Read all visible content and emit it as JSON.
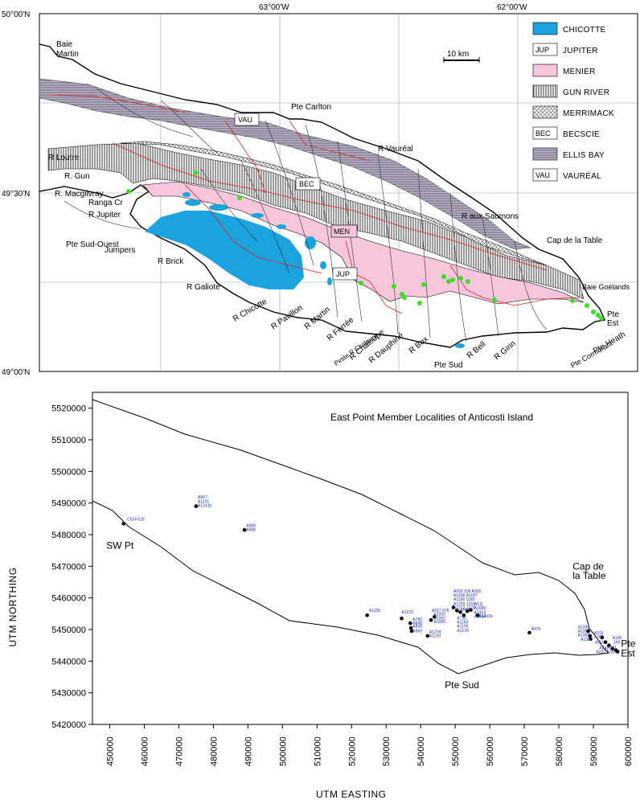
{
  "top_map": {
    "coords": {
      "lon_63": "63°00'W",
      "lon_62": "62°00'W",
      "lat_50": "50°00'N",
      "lat_4930": "49°30'N",
      "lat_49": "49°00'N"
    },
    "scale_bar": "10 km",
    "legend": [
      {
        "code": "",
        "label": "CHICOTTE",
        "color": "#1aa3df",
        "pattern": "solid-blue"
      },
      {
        "code": "JUP",
        "label": "JUPITER",
        "color": "#ffffff",
        "pattern": "code"
      },
      {
        "code": "",
        "label": "MENIER",
        "color": "#f7c6dd",
        "pattern": "solid-pink"
      },
      {
        "code": "",
        "label": "GUN RIVER",
        "color": "#ffffff",
        "pattern": "vertical"
      },
      {
        "code": "",
        "label": "MERRIMACK",
        "color": "#ffffff",
        "pattern": "cross"
      },
      {
        "code": "BEC",
        "label": "BECSCIE",
        "color": "#ffffff",
        "pattern": "code"
      },
      {
        "code": "",
        "label": "ELLIS BAY",
        "color": "#b9b3c6",
        "pattern": "horizontal"
      },
      {
        "code": "VAU",
        "label": "VAURÉAL",
        "color": "#ffffff",
        "pattern": "code"
      }
    ],
    "unit_labels": {
      "vau": "VAU",
      "bec": "BEC",
      "men": "MEN",
      "jup": "JUP"
    },
    "places": {
      "baie_martin": [
        "Baie",
        "Martin"
      ],
      "pte_carlton": "Pte Carlton",
      "r_vaureal": "R Vauréal",
      "r_loutre": "R Loutre",
      "r_gun": "R. Gun",
      "r_macgilvray": "R. Macgilvray",
      "ranga_cr": "Ranga Cr",
      "r_jupiter": "R Jupiter",
      "pte_sud_ouest": "Pte Sud-Ouest",
      "jumpers": "Jumpers",
      "r_brick": "R Brick",
      "r_galiote": "R Galiote",
      "r_chicotte": "R Chicotte",
      "r_pavillon": "R Pavillon",
      "r_martin": "R Martin",
      "r_ferree": "R Ferrée",
      "petite_r_chaloupe": "Petite R Chaloupe",
      "r_chaloupe": "R Chaloupe",
      "r_dauphine": "R Dauphiné",
      "r_box": "R Box",
      "pte_sud": "Pte Sud",
      "r_bell": "R Bell",
      "r_girin": "R Girin",
      "pte_cormorant": "Pte Cormorant",
      "pte_heath": "Pte Heath",
      "pte_est": [
        "Pte",
        "Est"
      ],
      "baie_goelands": "Baie Goélands",
      "cap_de_la_table": "Cap de la Table",
      "r_aux_saumons": "R aux Saumons"
    }
  },
  "chart_data": {
    "type": "scatter",
    "title": "East Point Member Localities of Anticosti Island",
    "xlabel": "UTM EASTING",
    "ylabel": "UTM NORTHING",
    "xlim": [
      445000,
      600000
    ],
    "ylim": [
      5420000,
      5525000
    ],
    "xticks": [
      450000,
      460000,
      470000,
      480000,
      490000,
      500000,
      510000,
      520000,
      530000,
      540000,
      550000,
      560000,
      570000,
      580000,
      590000,
      600000
    ],
    "yticks": [
      5420000,
      5430000,
      5440000,
      5450000,
      5460000,
      5470000,
      5480000,
      5490000,
      5500000,
      5510000,
      5520000
    ],
    "grid": false,
    "places": [
      {
        "name": "SW Pt",
        "x": 449000,
        "y": 5475500
      },
      {
        "name": "Pte Sud",
        "x": 547000,
        "y": 5431500
      },
      {
        "name": "Cap de",
        "x": 584000,
        "y": 5469000
      },
      {
        "name": "la Table",
        "x": 584000,
        "y": 5466000
      },
      {
        "name": "Pte",
        "x": 598000,
        "y": 5444500
      },
      {
        "name": "Est",
        "x": 598000,
        "y": 5441500
      }
    ],
    "points": [
      {
        "x": 454000,
        "y": 5483500
      },
      {
        "x": 475000,
        "y": 5489000
      },
      {
        "x": 489000,
        "y": 5481500
      },
      {
        "x": 524500,
        "y": 5454500
      },
      {
        "x": 534500,
        "y": 5453500
      },
      {
        "x": 537000,
        "y": 5452000
      },
      {
        "x": 537200,
        "y": 5450500
      },
      {
        "x": 537400,
        "y": 5449500
      },
      {
        "x": 542000,
        "y": 5448000
      },
      {
        "x": 543000,
        "y": 5453000
      },
      {
        "x": 544000,
        "y": 5454000
      },
      {
        "x": 549500,
        "y": 5457000
      },
      {
        "x": 550500,
        "y": 5456000
      },
      {
        "x": 551500,
        "y": 5455500
      },
      {
        "x": 552500,
        "y": 5454500
      },
      {
        "x": 553500,
        "y": 5455800
      },
      {
        "x": 554500,
        "y": 5456200
      },
      {
        "x": 556500,
        "y": 5454500
      },
      {
        "x": 571500,
        "y": 5449000
      },
      {
        "x": 588500,
        "y": 5449500
      },
      {
        "x": 589000,
        "y": 5448000
      },
      {
        "x": 589200,
        "y": 5447000
      },
      {
        "x": 592500,
        "y": 5447500
      },
      {
        "x": 593500,
        "y": 5446000
      },
      {
        "x": 594500,
        "y": 5445000
      },
      {
        "x": 595500,
        "y": 5444000
      },
      {
        "x": 596500,
        "y": 5443500
      },
      {
        "x": 597000,
        "y": 5443000
      }
    ],
    "site_labels": [
      {
        "t": "C524 626",
        "x": 455000,
        "y": 5484500
      },
      {
        "t": "A967",
        "x": 475500,
        "y": 5491400
      },
      {
        "t": "A1101",
        "x": 475500,
        "y": 5490100
      },
      {
        "t": "A1241b",
        "x": 475500,
        "y": 5488800
      },
      {
        "t": "A989",
        "x": 489500,
        "y": 5482400
      },
      {
        "t": "A988",
        "x": 489500,
        "y": 5481100
      },
      {
        "t": "A1230",
        "x": 525000,
        "y": 5455600
      },
      {
        "t": "A1223",
        "x": 534500,
        "y": 5455100
      },
      {
        "t": "A780",
        "x": 537700,
        "y": 5452800
      },
      {
        "t": "A848",
        "x": 537700,
        "y": 5451700
      },
      {
        "t": "A849",
        "x": 537700,
        "y": 5450600
      },
      {
        "t": "A950",
        "x": 537700,
        "y": 5449100
      },
      {
        "t": "A1204",
        "x": 542500,
        "y": 5448900
      },
      {
        "t": "A1293",
        "x": 542500,
        "y": 5447600
      },
      {
        "t": "A917  978",
        "x": 543200,
        "y": 5455600
      },
      {
        "t": "A1059",
        "x": 543800,
        "y": 5454400
      },
      {
        "t": "A1060",
        "x": 543800,
        "y": 5453200
      },
      {
        "t": "A1289",
        "x": 543800,
        "y": 5452000
      },
      {
        "t": "A930  936 A926",
        "x": 549500,
        "y": 5461700
      },
      {
        "t": "A1068 A1187",
        "x": 549500,
        "y": 5460400
      },
      {
        "t": "A1198   1199",
        "x": 549500,
        "y": 5459100
      },
      {
        "t": "A1269   1293",
        "x": 549500,
        "y": 5457800
      },
      {
        "t": "A1272   1278",
        "x": 549500,
        "y": 5456500
      },
      {
        "t": "A511",
        "x": 555500,
        "y": 5457600
      },
      {
        "t": "A1589",
        "x": 555500,
        "y": 5456300
      },
      {
        "t": "A1459",
        "x": 555500,
        "y": 5455000
      },
      {
        "t": "A1456",
        "x": 555500,
        "y": 5453700
      },
      {
        "t": "A954",
        "x": 551500,
        "y": 5455800
      },
      {
        "t": "A735",
        "x": 550500,
        "y": 5453200
      },
      {
        "t": "A1183",
        "x": 550500,
        "y": 5451900
      },
      {
        "t": "A1195",
        "x": 550500,
        "y": 5450600
      },
      {
        "t": "A1278",
        "x": 550500,
        "y": 5449300
      },
      {
        "t": "A1492b",
        "x": 556800,
        "y": 5453800
      },
      {
        "t": "A976",
        "x": 572000,
        "y": 5449700
      },
      {
        "t": "A1384",
        "x": 585500,
        "y": 5450400
      },
      {
        "t": "A1383",
        "x": 585500,
        "y": 5449100
      },
      {
        "t": "A1389",
        "x": 585500,
        "y": 5447800
      },
      {
        "t": "A1388",
        "x": 586300,
        "y": 5446500
      },
      {
        "t": "A319",
        "x": 590200,
        "y": 5448500
      },
      {
        "t": "A762",
        "x": 590200,
        "y": 5447200
      },
      {
        "t": "A318",
        "x": 590500,
        "y": 5445500
      },
      {
        "t": "A241",
        "x": 591700,
        "y": 5443800
      },
      {
        "t": "A322 A760",
        "x": 590800,
        "y": 5442500
      },
      {
        "t": "A195",
        "x": 595500,
        "y": 5447000
      },
      {
        "t": "199",
        "x": 595800,
        "y": 5445600
      },
      {
        "t": "A141",
        "x": 594000,
        "y": 5443900
      }
    ]
  }
}
